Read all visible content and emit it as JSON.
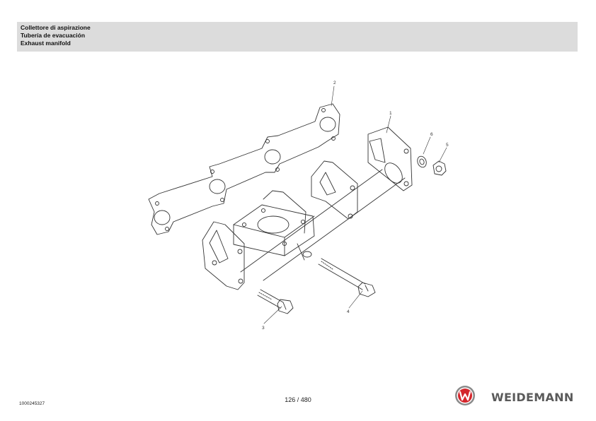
{
  "header": {
    "title_it": "Collettore di aspirazione",
    "title_es": "Tubería de evacuación",
    "title_en": "Exhaust manifold"
  },
  "callouts": [
    "1",
    "2",
    "3",
    "4",
    "5",
    "6"
  ],
  "footer": {
    "doc_id": "1000245327",
    "page": "126 / 480",
    "brand": "WEIDEMANN",
    "brand_color": "#d4262c",
    "logo_icon": "weidemann-logo-icon"
  }
}
